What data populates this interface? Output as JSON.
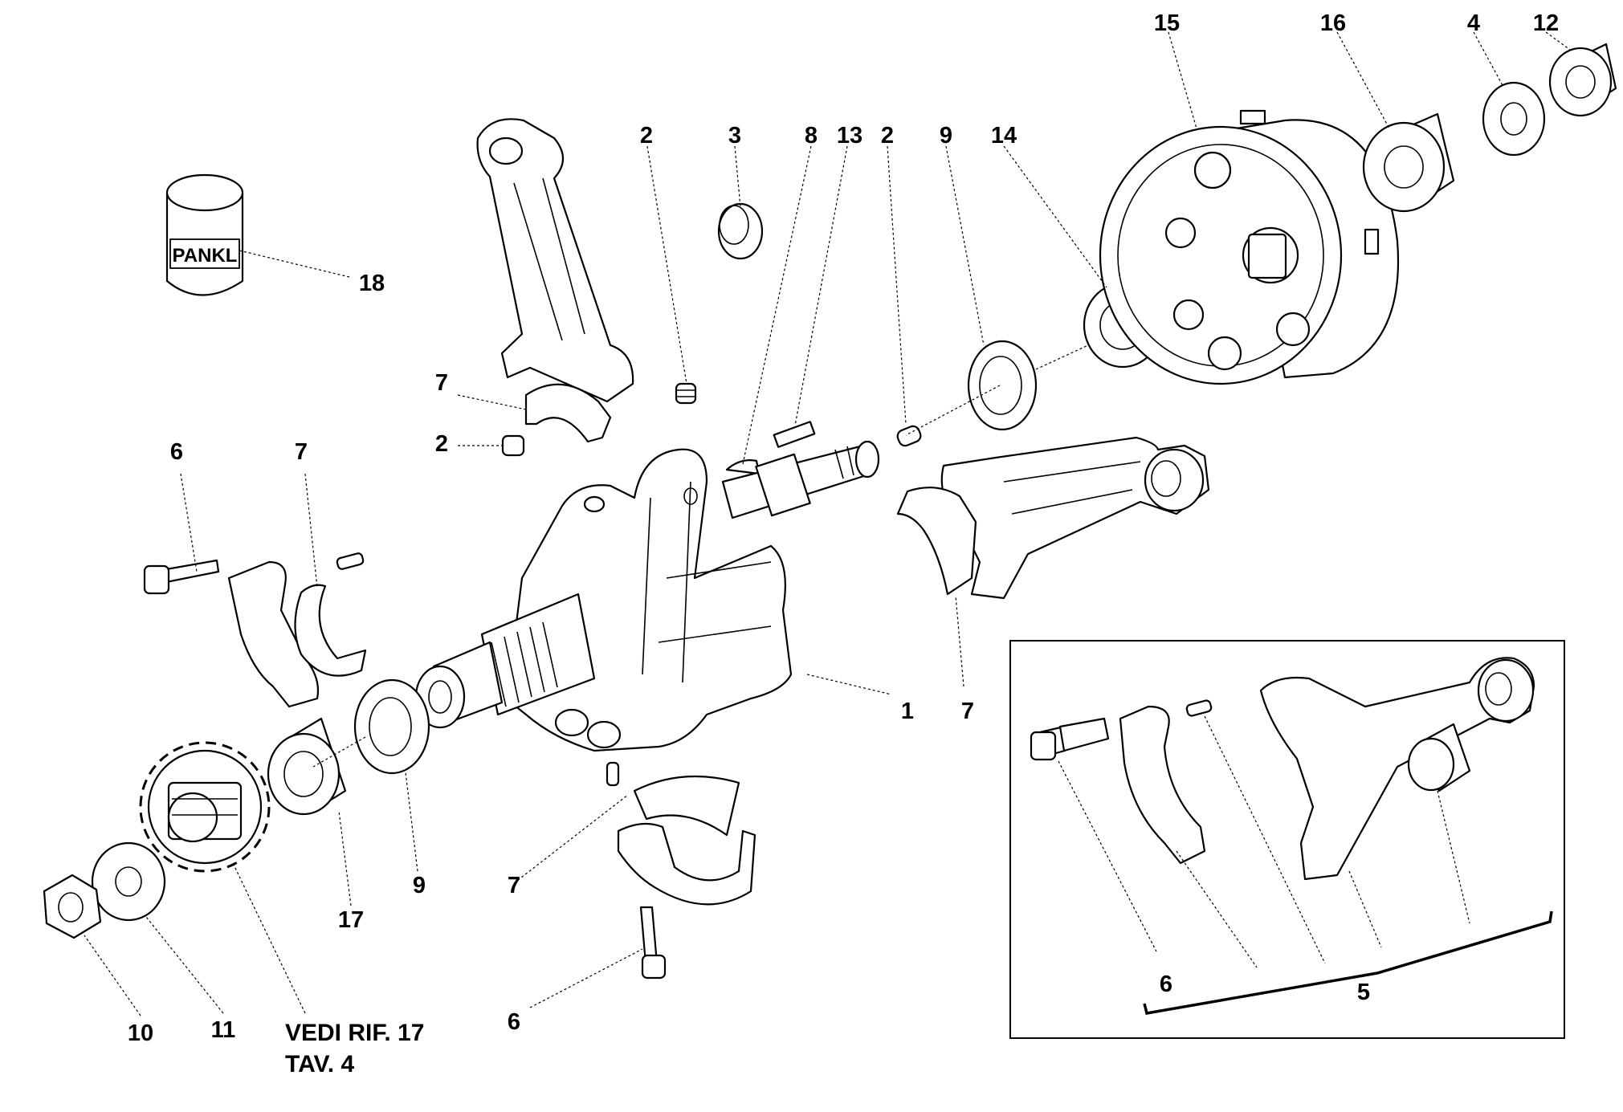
{
  "labels": {
    "l1": "1",
    "l2a": "2",
    "l2b": "2",
    "l2c": "2",
    "l3": "3",
    "l4": "4",
    "l5": "5",
    "l6a": "6",
    "l6b": "6",
    "l6c": "6",
    "l7a": "7",
    "l7b": "7",
    "l7c": "7",
    "l7d": "7",
    "l8": "8",
    "l9a": "9",
    "l9b": "9",
    "l10": "10",
    "l11": "11",
    "l12": "12",
    "l13": "13",
    "l14": "14",
    "l15": "15",
    "l16": "16",
    "l17": "17",
    "l18": "18"
  },
  "note": {
    "line1": "VEDI RIF. 17",
    "line2": "TAV. 4"
  },
  "brand": "PANKL"
}
